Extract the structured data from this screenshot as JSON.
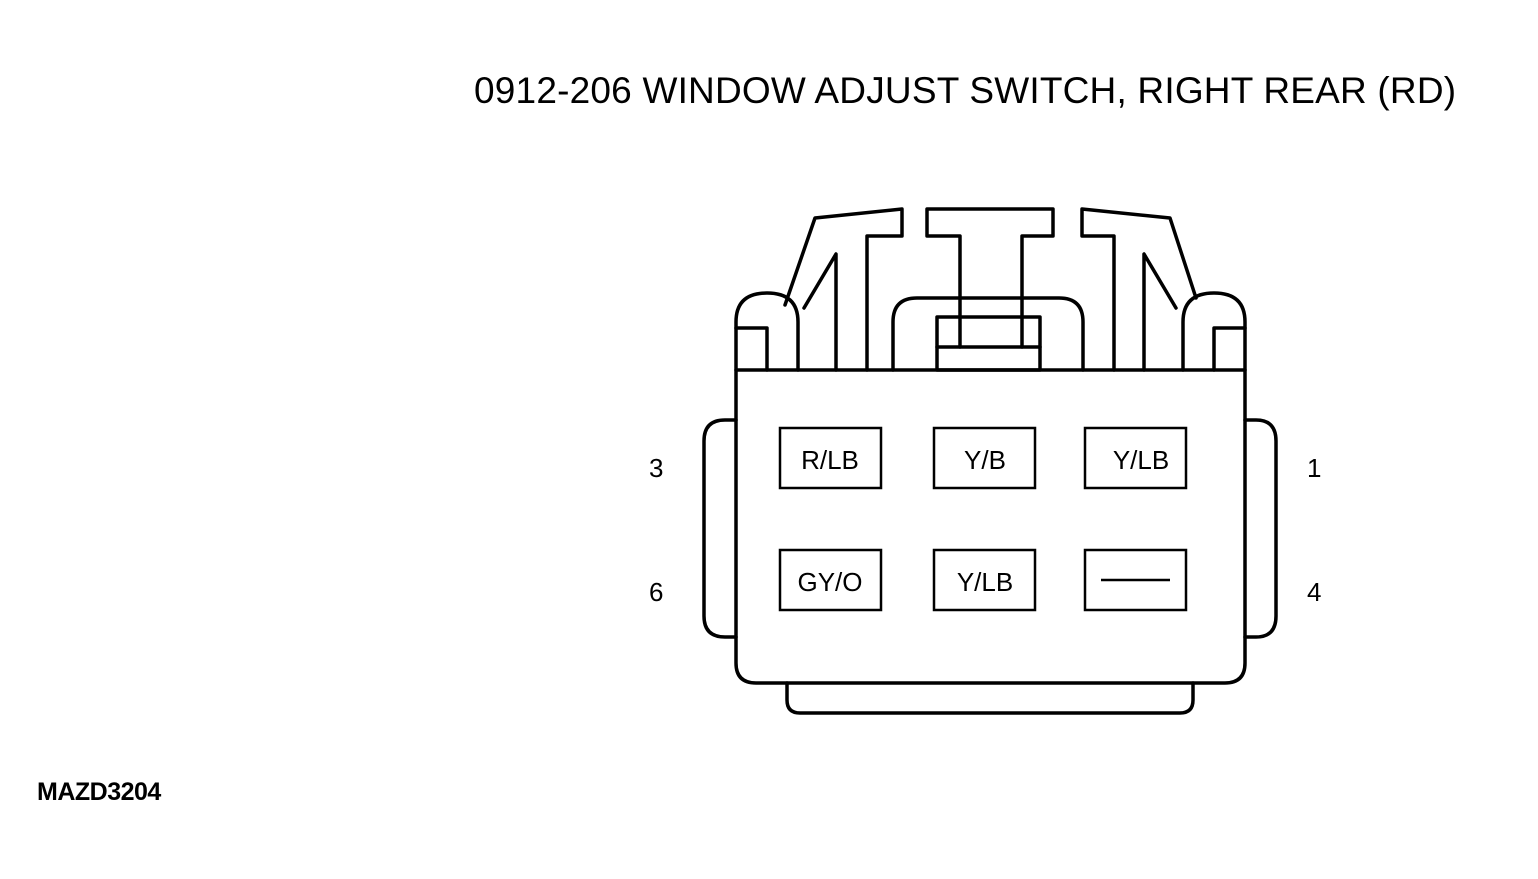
{
  "title": "0912-206 WINDOW ADJUST SWITCH, RIGHT REAR (RD)",
  "figure_id": "MAZD3204",
  "pin_numbers": {
    "top_left": "3",
    "bottom_left": "6",
    "top_right": "1",
    "bottom_right": "4"
  },
  "pins": {
    "row1": [
      "R/LB",
      "Y/B",
      "Y/LB"
    ],
    "row2": [
      "GY/O",
      "Y/LB",
      ""
    ]
  }
}
